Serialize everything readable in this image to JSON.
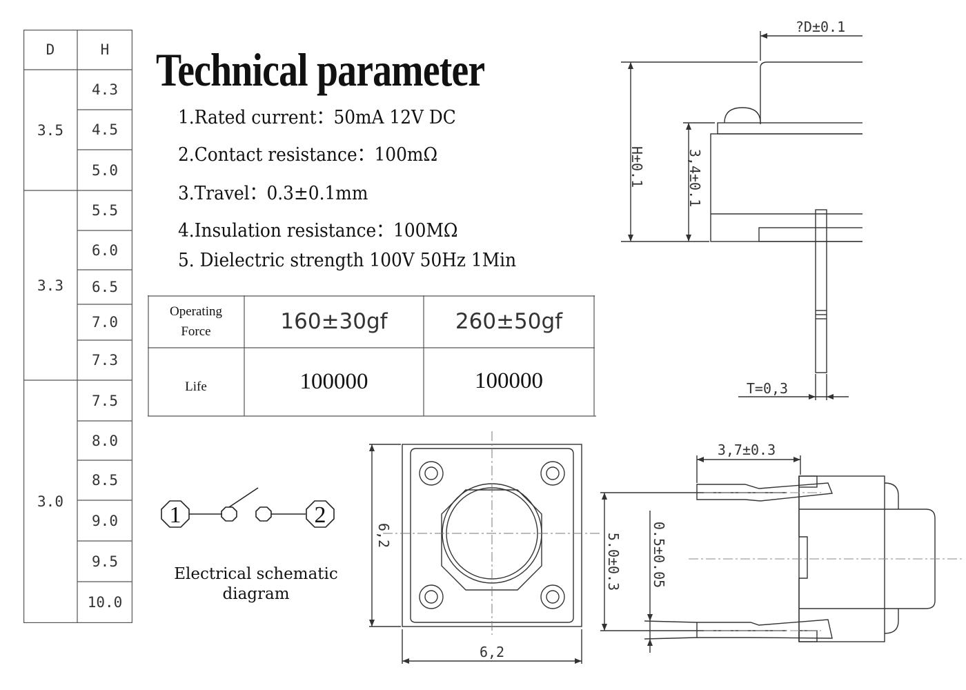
{
  "dh_table": {
    "headers": [
      "D",
      "H"
    ],
    "groups": [
      {
        "d": "3.5",
        "h": [
          "4.3",
          "4.5",
          "5.0"
        ]
      },
      {
        "d": "3.3",
        "h": [
          "5.5",
          "6.0",
          "6.5",
          "7.0",
          "7.3"
        ]
      },
      {
        "d": "3.0",
        "h": [
          "7.5",
          "8.0",
          "8.5",
          "9.0",
          "9.5",
          "10.0"
        ]
      }
    ]
  },
  "title": "Technical parameter",
  "params": [
    "1.Rated current：50mA 12V DC",
    "2.Contact resistance：100mΩ",
    "3.Travel：0.3±0.1mm",
    "4.Insulation resistance：100MΩ",
    "5. Dielectric strength 100V 50Hz 1Min"
  ],
  "force_table": {
    "operating_label_1": "Operating",
    "operating_label_2": "Force",
    "force_1": "160±30gf",
    "force_2": "260±50gf",
    "life_label": "Life",
    "life_1": "100000",
    "life_2": "100000"
  },
  "schematic": {
    "pin_1": "1",
    "pin_2": "2",
    "label_1": "Electrical schematic",
    "label_2": "diagram"
  },
  "dimensions": {
    "top_width": "?D±0.1",
    "total_height": "H±0.1",
    "body_height": "3,4±0.1",
    "thickness": "T=0,3",
    "square_height": "6,2",
    "square_width": "6,2",
    "pin_length": "3,7±0.3",
    "pin_pitch": "5.0±0.3",
    "pin_width": "0.5±0.05"
  }
}
